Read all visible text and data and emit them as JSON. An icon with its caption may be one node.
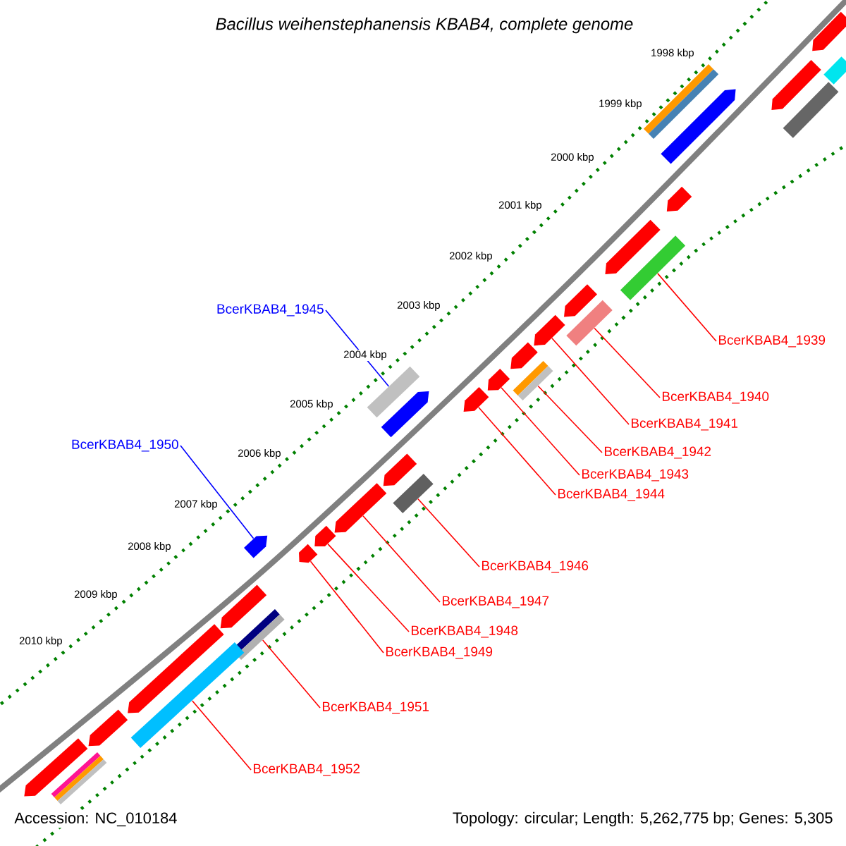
{
  "diagram": {
    "title": "Bacillus weihenstephanensis KBAB4, complete genome",
    "nodes": [
      {
        "text": [
          "BcerKBAB4_1945"
        ]
      },
      {
        "text": [
          "BcerKBAB4_1939"
        ]
      },
      {
        "text": [
          "BcerKBAB4_1940"
        ]
      },
      {
        "text": [
          "BcerKBAB4_1941"
        ]
      },
      {
        "text": [
          "BcerKBAB4_1950"
        ]
      },
      {
        "text": [
          "BcerKBAB4_1942"
        ]
      },
      {
        "text": [
          "BcerKBAB4_1943"
        ]
      },
      {
        "text": [
          "BcerKBAB4_1944"
        ]
      },
      {
        "text": [
          "BcerKBAB4_1946"
        ]
      },
      {
        "text": [
          "BcerKBAB4_1947"
        ]
      },
      {
        "text": [
          "BcerKBAB4_1948"
        ]
      },
      {
        "text": [
          "BcerKBAB4_1949"
        ]
      },
      {
        "text": [
          "BcerKBAB4_1951"
        ]
      },
      {
        "text": [
          "BcerKBAB4_1952"
        ]
      },
      {
        "text": [],
        "shape": "bar"
      },
      {
        "text": [],
        "shape": "bar"
      },
      {
        "text": [],
        "shape": "bar"
      },
      {
        "text": [],
        "shape": "bar"
      },
      {
        "text": [],
        "shape": "bar"
      },
      {
        "text": [],
        "shape": "bar"
      },
      {
        "text": [],
        "shape": "bar"
      },
      {
        "text": [],
        "shape": "bar"
      },
      {
        "text": [],
        "shape": "bar"
      },
      {
        "text": [],
        "shape": "bar"
      },
      {
        "text": [],
        "shape": "bar"
      },
      {
        "text": [],
        "shape": "bar"
      },
      {
        "text": [],
        "shape": "bar"
      },
      {
        "text": [],
        "shape": "bar"
      },
      {
        "text": [],
        "shape": "bar"
      },
      {
        "text": [],
        "shape": "bar"
      },
      {
        "text": [],
        "shape": "bar"
      },
      {
        "text": [],
        "shape": "bar"
      },
      {
        "text": [],
        "shape": "bar"
      },
      {
        "text": [],
        "shape": "bar"
      },
      {
        "text": [],
        "shape": "bar"
      },
      {
        "text": [],
        "shape": "bar"
      },
      {
        "text": [],
        "shape": "bar"
      },
      {
        "text": [],
        "shape": "bar"
      },
      {
        "text": [],
        "shape": "bar"
      },
      {
        "text": [],
        "shape": "bar"
      },
      {
        "text": [],
        "shape": "bar"
      },
      {
        "text": [],
        "shape": "bar"
      },
      {
        "text": [],
        "shape": "bar"
      },
      {
        "text": [],
        "shape": "bar"
      },
      {
        "text": [],
        "shape": "bar"
      }
    ],
    "edges": [
      {
        "from": 0,
        "to": 29,
        "arrow": "none",
        "color": "#0000ff"
      },
      {
        "from": 1,
        "to": 22,
        "arrow": "none"
      },
      {
        "from": 2,
        "to": 24,
        "arrow": "none"
      },
      {
        "from": 3,
        "to": 25,
        "arrow": "none"
      },
      {
        "from": 4,
        "to": 36,
        "arrow": "none",
        "color": "#0000ff"
      },
      {
        "from": 5,
        "to": 27,
        "arrow": "none"
      },
      {
        "from": 6,
        "to": 28,
        "arrow": "none"
      },
      {
        "from": 7,
        "to": 30,
        "arrow": "none"
      },
      {
        "from": 8,
        "to": 33,
        "arrow": "none"
      },
      {
        "from": 9,
        "to": 34,
        "arrow": "none"
      },
      {
        "from": 10,
        "to": 35,
        "arrow": "none"
      },
      {
        "from": 11,
        "to": 37,
        "arrow": "none"
      },
      {
        "from": 12,
        "to": 39,
        "arrow": "none"
      },
      {
        "from": 13,
        "to": 41,
        "arrow": "none"
      }
    ],
    "labels": [
      "1998 kbp",
      "1999 kbp",
      "2000 kbp",
      "2001 kbp",
      "2002 kbp",
      "2003 kbp",
      "2004 kbp",
      "2005 kbp",
      "2006 kbp",
      "2007 kbp",
      "2008 kbp",
      "2009 kbp",
      "2010 kbp",
      "Accession: NC_010184",
      "Topology: circular; Length: 5,262,775 bp; Genes: 5,305"
    ]
  }
}
